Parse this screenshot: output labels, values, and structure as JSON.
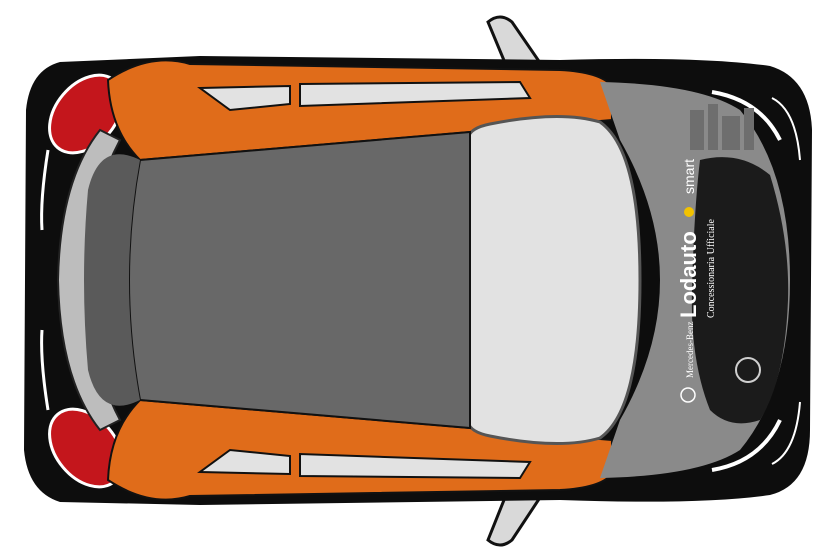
{
  "wrap": {
    "brand_main": "Lodauto",
    "brand_sub": "Concessionaria Ufficiale",
    "partner_smart": "smart",
    "partner_mb": "Mercedes-Benz"
  },
  "colors": {
    "body_black": "#0d0d0d",
    "orange": "#e06c1a",
    "roof_gray": "#686868",
    "glass": "#e2e2e2",
    "taillight": "#c4161c",
    "hood_gray": "#8a8a8a"
  }
}
